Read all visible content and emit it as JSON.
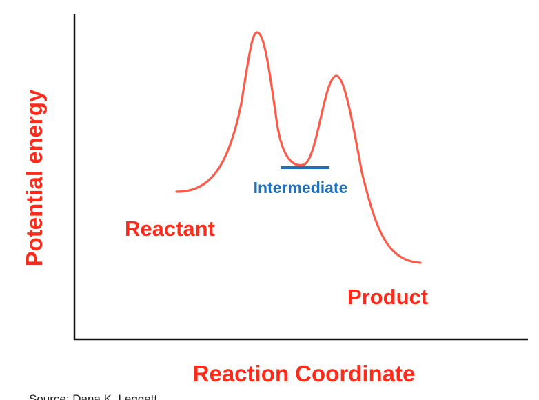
{
  "diagram": {
    "y_axis_label": "Potential energy",
    "x_axis_label": "Reaction Coordinate",
    "labels": {
      "reactant": "Reactant",
      "intermediate": "Intermediate",
      "product": "Product"
    },
    "source": "Source:  Dana K. Leggett",
    "colors": {
      "curve": "#ff5a48",
      "label_red": "#ff2a1a",
      "intermediate": "#1f6fbf",
      "axes": "#111111"
    }
  }
}
